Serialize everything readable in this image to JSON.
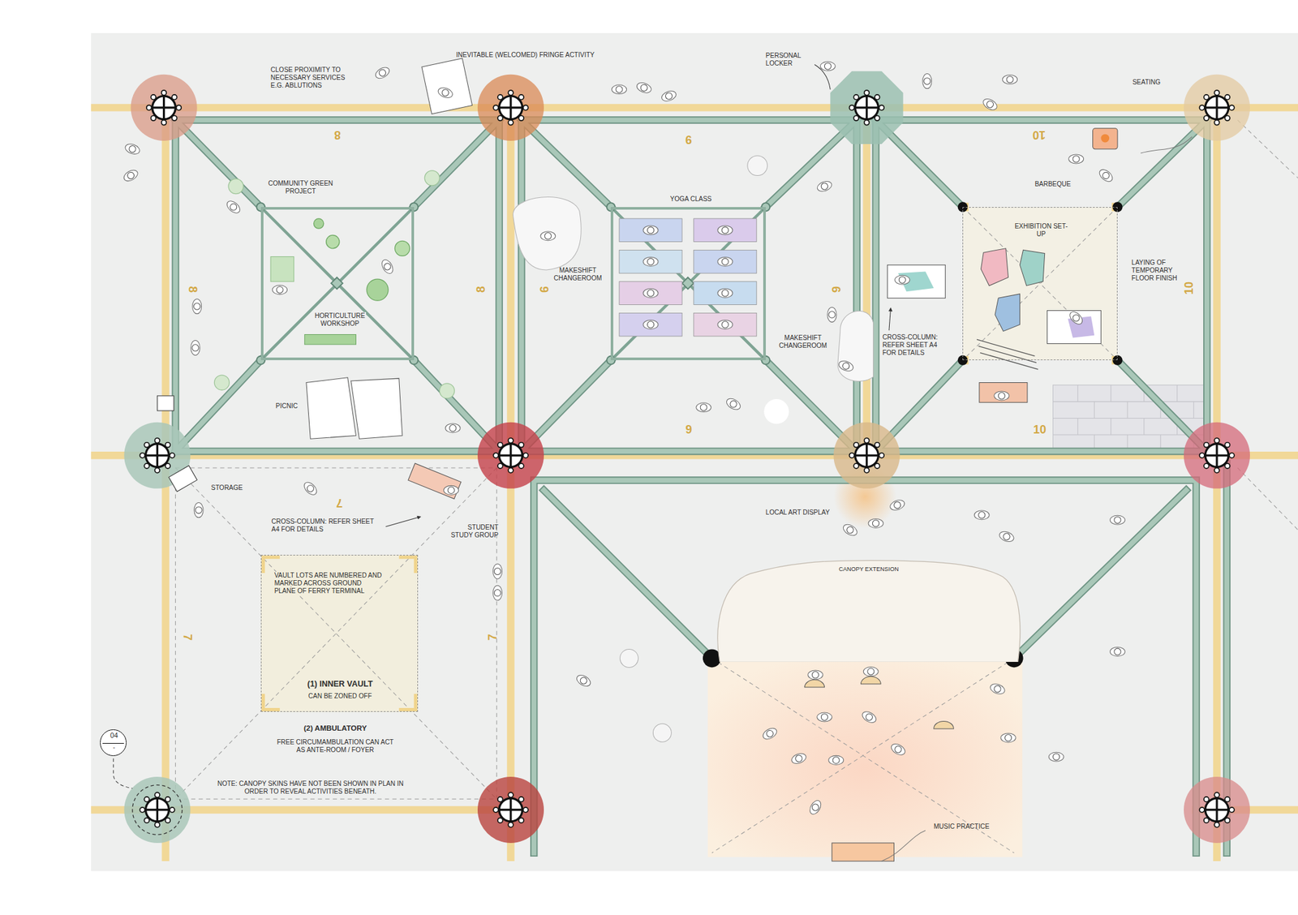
{
  "diagram": {
    "nodes": [
      {
        "text": [
          "COMMUNITY GREEN PROJECT",
          "HORTICULTURE WORKSHOP"
        ]
      },
      {
        "text": [
          "YOGA CLASS"
        ]
      },
      {
        "text": [
          "EXHIBITION SET-UP"
        ]
      },
      {
        "text": [
          "VAULT LOTS ARE NUMBERED AND MARKED ACROSS GROUND PLANE OF FERRY TERMINAL",
          "(1) INNER VAULT",
          "CAN BE ZONED OFF"
        ]
      },
      {
        "text": [
          "CANOPY EXTENSION"
        ]
      },
      {
        "text": [
          "04",
          "-"
        ]
      }
    ],
    "labels": [
      "CLOSE PROXIMITY TO NECESSARY SERVICES E.G. ABLUTIONS",
      "INEVITABLE (WELCOMED) FRINGE ACTIVITY",
      "PERSONAL LOCKER",
      "SEATING",
      "8",
      "9",
      "10",
      "BARBEQUE",
      "MAKESHIFT CHANGEROOM",
      "LAYING OF TEMPORARY FLOOR FINISH",
      "8",
      "8",
      "9",
      "9",
      "10",
      "MAKESHIFT CHANGEROOM",
      "CROSS-COLUMN: REFER SHEET A4 FOR DETAILS",
      "PICNIC",
      "9",
      "10",
      "STORAGE",
      "7",
      "LOCAL ART DISPLAY",
      "CROSS-COLUMN: REFER SHEET A4 FOR DETAILS",
      "STUDENT STUDY GROUP",
      "7",
      "7",
      "(2) AMBULATORY",
      "FREE CIRCUMAMBULATION CAN ACT AS ANTE-ROOM / FOYER",
      "NOTE: CANOPY SKINS HAVE NOT BEEN SHOWN IN PLAN IN ORDER TO REVEAL ACTIVITIES BENEATH.",
      "MUSIC PRACTICE"
    ]
  }
}
